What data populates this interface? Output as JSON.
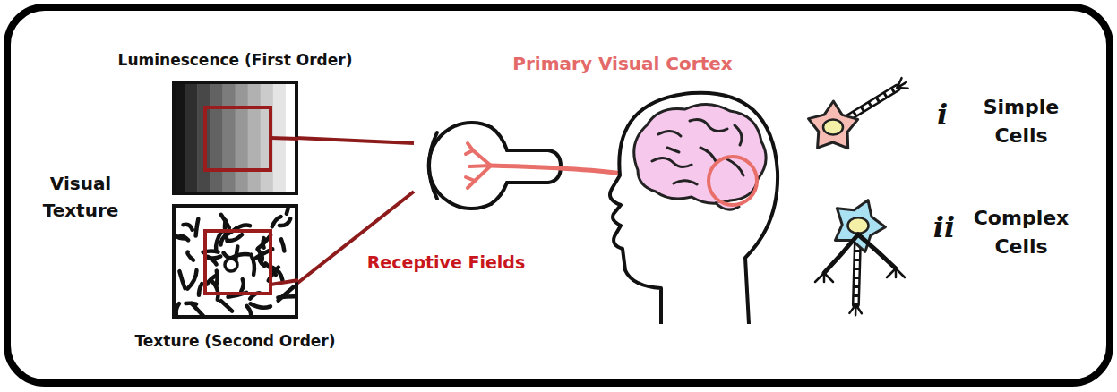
{
  "diagram": {
    "nodes": [
      {
        "text": [
          "Luminescence (First Order)"
        ]
      },
      {
        "text": [
          "Texture (Second Order)"
        ]
      }
    ],
    "labels": [
      "Visual Texture",
      "Primary Visual Cortex",
      "Receptive Fields",
      "i",
      "Simple Cells",
      "ii",
      "Complex Cells"
    ]
  }
}
